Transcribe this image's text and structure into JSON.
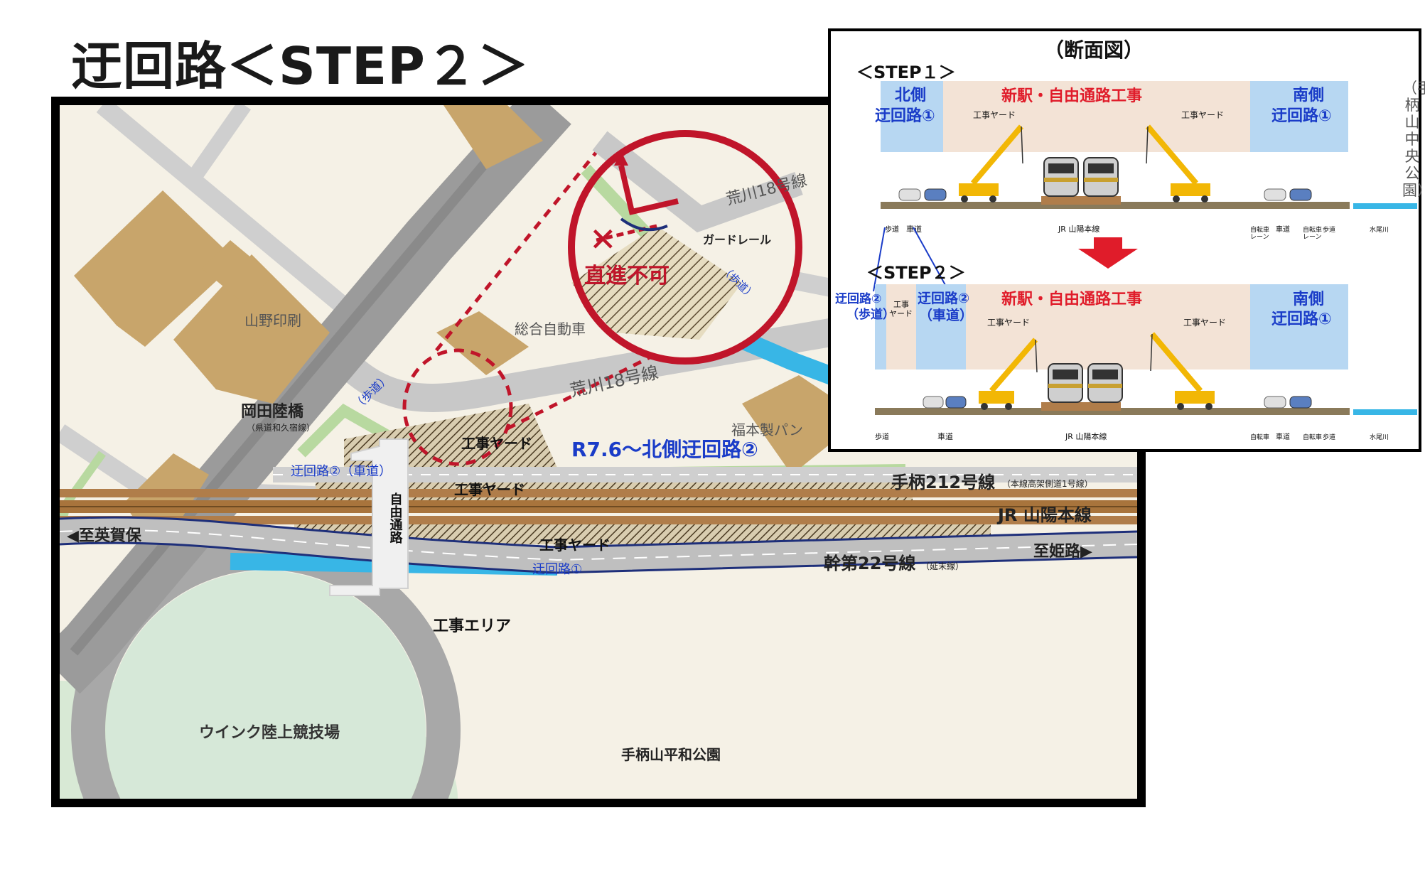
{
  "title": "迂回路＜STEP２＞",
  "colors": {
    "building": "#c8a56b",
    "land": "#f5f1e6",
    "road": "#bfbfbf",
    "rail": "#b07d4a",
    "river": "#38b6e6",
    "green": "#b8d9a0",
    "red": "#c0152a",
    "blue": "#1a3cc8",
    "dark_blue": "#1e2f7a"
  },
  "map": {
    "buildings": {
      "yamano": "山野印刷",
      "sogo": "総合自動車",
      "fukumoto": "福本製パン"
    },
    "bridge": {
      "name": "岡田陸橋",
      "sub": "（県道和久宿線）"
    },
    "roads": {
      "arakawa_inset": "荒川18号線",
      "arakawa_main": "荒川18号線",
      "tegara": "手柄212号線",
      "tegara_sub": "（本線高架側道1号線）",
      "jr": "JR 山陽本線",
      "kan": "幹第22号線",
      "kan_sub": "（延末線）"
    },
    "directions": {
      "west": "◀至英賀保",
      "east": "至姫路▶"
    },
    "construction": {
      "yard_a": "工事ヤード",
      "yard_b": "工事ヤード",
      "yard_c": "工事ヤード",
      "area": "工事エリア",
      "free_passage": "自由通路"
    },
    "detours": {
      "detour2_car": "迂回路②（車道）",
      "detour1": "迂回路①",
      "notice": "R7.6～北側迂回路②",
      "sidewalk_a": "（歩道）",
      "sidewalk_b": "（歩道）"
    },
    "inset": {
      "no_straight": "直進不可",
      "guardrail": "ガードレール",
      "cross_icon": "✕"
    },
    "parks": {
      "stadium": "ウインク陸上競技場",
      "park": "手柄山平和公園"
    }
  },
  "section": {
    "title": "（断面図）",
    "step1": {
      "label": "＜STEP１＞",
      "north": [
        "北側",
        "迂回路①"
      ],
      "works": "新駅・自由通路工事",
      "south": [
        "南側",
        "迂回路①"
      ],
      "yard_left": "工事ヤード",
      "yard_right": "工事ヤード",
      "bottom": [
        "歩道",
        "車道",
        "JR 山陽本線",
        "自転車",
        "レーン",
        "車道",
        "自転車",
        "レーン",
        "歩道",
        "水尾川"
      ]
    },
    "step2": {
      "label": "＜STEP２＞",
      "detour2_walk": [
        "迂回路②",
        "（歩道）"
      ],
      "small_yard": [
        "工事",
        "ヤード"
      ],
      "detour2_car": [
        "迂回路②",
        "（車道）"
      ],
      "works": "新駅・自由通路工事",
      "south": [
        "南側",
        "迂回路①"
      ],
      "yard_left": "工事ヤード",
      "yard_right": "工事ヤード",
      "bottom": [
        "歩道",
        "車道",
        "JR 山陽本線",
        "自転車",
        "車道",
        "自転車",
        "歩道",
        "水尾川"
      ]
    },
    "side_note": "（手柄山中央公園）"
  }
}
